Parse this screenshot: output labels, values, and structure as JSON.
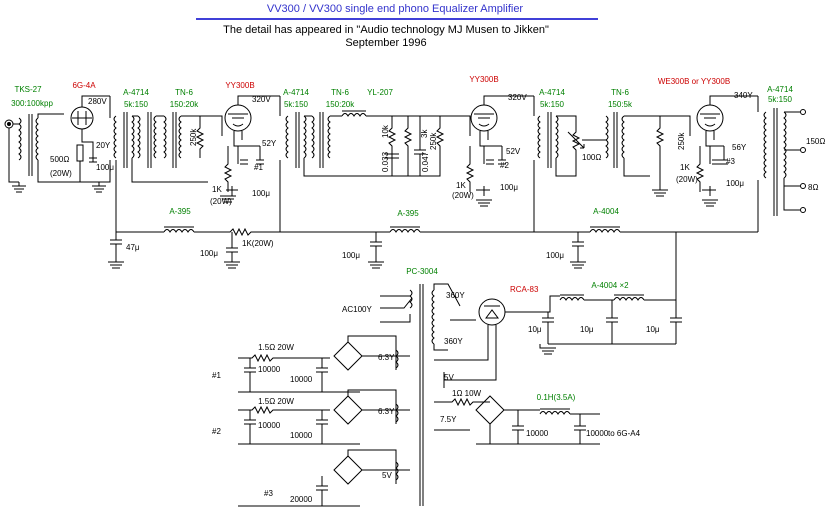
{
  "header": {
    "title": "VV300 / VV300 single end  phono Equalizer Amplifier",
    "line1": "The detail has appeared in \"Audio technology MJ Musen to Jikken\"",
    "line2": "September 1996",
    "title_color": "#3333cc",
    "rule_color": "#0000cc"
  },
  "colors": {
    "part_label": "#008000",
    "tube_label": "#cc0000",
    "wire": "#000000"
  },
  "labels": {
    "tks27": "TKS-27",
    "tks27_ratio": "300:100kpp",
    "v1_tube": "6G-4A",
    "v1_plate_v": "280V",
    "v1_cathode_v": "20Y",
    "v1_cathode_r": "500Ω",
    "v1_cathode_r_w": "(20W)",
    "v1_cathode_c": "100μ",
    "t1": "A-4714",
    "t1_ratio": "5k:150",
    "t2": "TN-6",
    "t2_ratio": "150:20k",
    "r250k_1": "250k",
    "v2_tube": "YY300B",
    "v2_plate_v": "320V",
    "v2_bias_v": "52Y",
    "v2_num": "#1",
    "v2_r": "1K",
    "v2_r_w": "(20W)",
    "v2_c": "100μ",
    "t3": "A-4714",
    "t3_ratio": "5k:150",
    "t4": "TN-6",
    "t4_ratio": "150:20k",
    "yl207": "YL-207",
    "r10k": "10k",
    "r3k": "3k",
    "c033": "0.033",
    "c047": "0.047",
    "r250k_2": "250k",
    "v3_tube": "YY300B",
    "v3_plate_v": "320V",
    "v3_bias_v": "52V",
    "v3_num": "#2",
    "v3_r": "1K",
    "v3_r_w": "(20W)",
    "v3_c": "100μ",
    "t5": "A-4714",
    "t5_ratio": "5k:150",
    "r100": "100Ω",
    "t6": "TN-6",
    "t6_ratio": "150:5k",
    "r250k_3": "250k",
    "v4_tube": "WE300B or YY300B",
    "v4_plate_v": "340Y",
    "v4_bias_v": "56Y",
    "v4_num": "#3",
    "v4_r": "1K",
    "v4_r_w": "(20W)",
    "v4_c": "100μ",
    "t7": "A-4714",
    "t7_ratio": "5k:150",
    "out150": "150Ω",
    "out8": "8Ω",
    "c47": "47μ",
    "choke1": "A-395",
    "c100_a": "100μ",
    "r1k20w": "1K(20W)",
    "c100_b": "100μ",
    "choke2": "A-395",
    "c100_c": "100μ",
    "choke3": "A-4004",
    "pc3004": "PC-3004",
    "ac100": "AC100Y",
    "v360a": "360Y",
    "v360b": "360Y",
    "rca83": "RCA-83",
    "choke4": "A-4004 ×2",
    "c10a": "10μ",
    "c10b": "10μ",
    "c10c": "10μ",
    "v5": "5V",
    "hr1": "1.5Ω 20W",
    "hc1a": "10000",
    "hc1b": "10000",
    "h63a": "6.3Y",
    "hn1": "#1",
    "hr2": "1.5Ω 20W",
    "hc2a": "10000",
    "hc2b": "10000",
    "h63b": "6.3Y",
    "hn2": "#2",
    "hc3": "20000",
    "h5v": "5V",
    "hn3": "#3",
    "fr1": "1Ω 10W",
    "f75": "7.5Y",
    "fc1": "10000",
    "fch": "0.1H(3.5A)",
    "fc2": "10000",
    "fto": "to 6G-A4"
  }
}
